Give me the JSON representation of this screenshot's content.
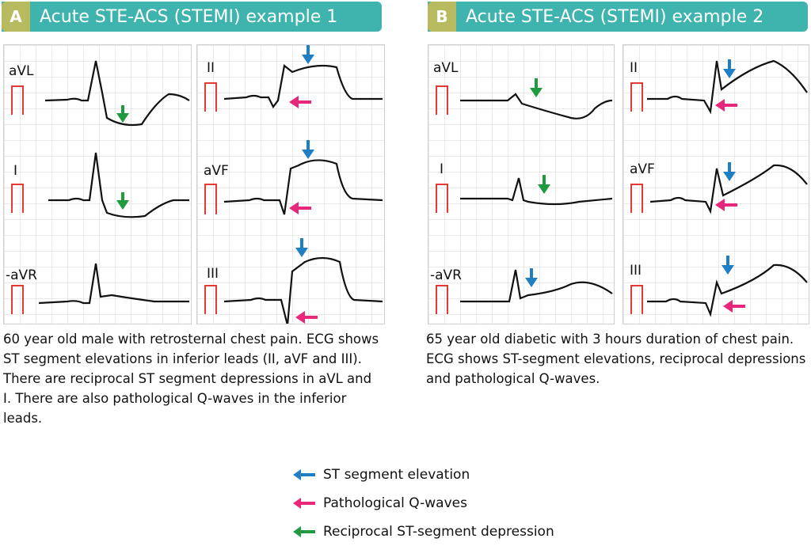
{
  "panel_a": {
    "badge": "A",
    "title": "Acute STE-ACS (STEMI) example 1",
    "left_leads": [
      "aVL",
      "I",
      "-aVR"
    ],
    "right_leads": [
      "II",
      "aVF",
      "III"
    ],
    "caption": "60 year old male with retrosternal chest pain. ECG shows ST segment elevations in inferior leads (II, aVF and III). There are reciprocal ST segment depressions in aVL and I. There are also pathological Q-waves in the inferior leads."
  },
  "panel_b": {
    "badge": "B",
    "title": "Acute STE-ACS (STEMI) example 2",
    "left_leads": [
      "aVL",
      "I",
      "-aVR"
    ],
    "right_leads": [
      "II",
      "aVF",
      "III"
    ],
    "caption": "65 year old diabetic with 3 hours duration of chest pain. ECG shows ST-segment elevations, reciprocal depressions and pathological Q-waves."
  },
  "legend": {
    "items": [
      {
        "label": "ST segment elevation",
        "color": "#1f7fc4",
        "icon": "arrow-left-icon"
      },
      {
        "label": "Pathological Q-waves",
        "color": "#e8267a",
        "icon": "arrow-left-icon"
      },
      {
        "label": "Reciprocal ST-segment depression",
        "color": "#1f9a3f",
        "icon": "arrow-left-icon"
      }
    ]
  },
  "colors": {
    "header_bg": "#3fb3ad",
    "badge_bg": "#b8ba5f",
    "grid": "#d6d6d6",
    "calibration": "#e53935",
    "trace": "#111111"
  }
}
